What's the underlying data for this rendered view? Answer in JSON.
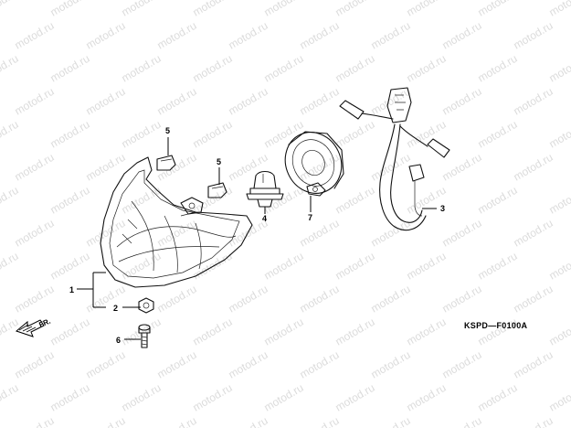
{
  "watermark": "motod.ru",
  "diagram_code": "KSPD—F0100A",
  "direction_label": "FR.",
  "callouts": [
    {
      "id": "1",
      "label": "1"
    },
    {
      "id": "2",
      "label": "2"
    },
    {
      "id": "3",
      "label": "3"
    },
    {
      "id": "4",
      "label": "4"
    },
    {
      "id": "5a",
      "label": "5"
    },
    {
      "id": "5b",
      "label": "5"
    },
    {
      "id": "6",
      "label": "6"
    },
    {
      "id": "7",
      "label": "7"
    }
  ]
}
